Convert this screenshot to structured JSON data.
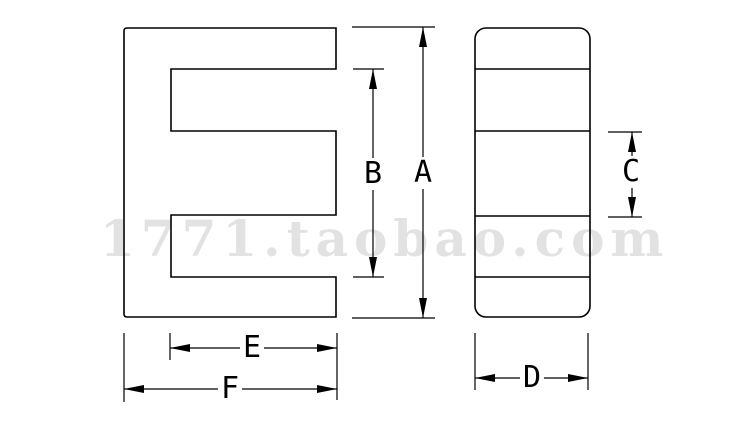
{
  "watermark": {
    "text": "1771.taobao.com",
    "color": "#e2e2e2"
  },
  "drawing": {
    "type": "EE transformer core dimension drawing",
    "views": {
      "front_view": "E-shaped core cross-section",
      "side_view": "laminated core side profile"
    },
    "line_color": "#000000",
    "background_color": "#ffffff"
  },
  "dim_labels": {
    "a": "A",
    "b": "B",
    "c": "C",
    "d": "D",
    "e": "E",
    "f": "F"
  }
}
